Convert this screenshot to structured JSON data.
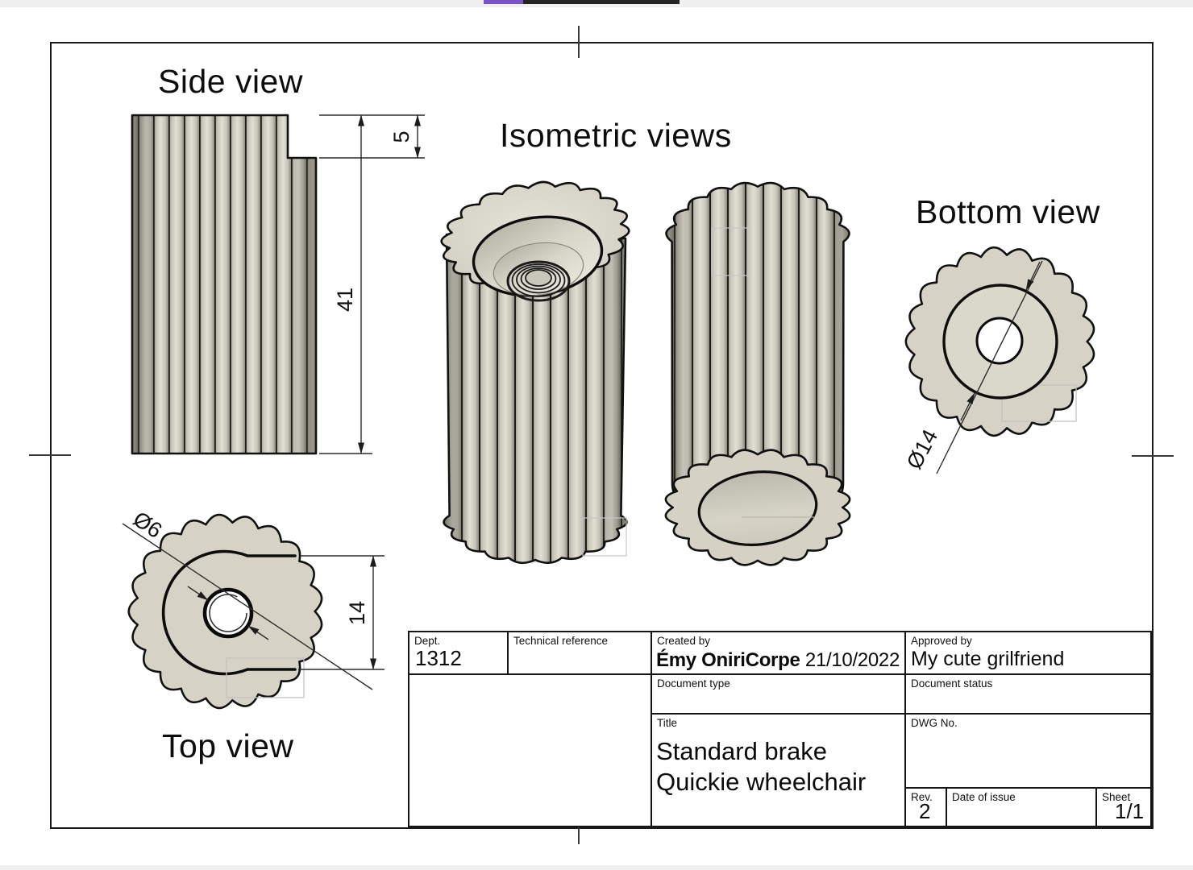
{
  "chrome": {
    "top_bar_purple": "#7b52c9",
    "top_bar_dark": "#242424",
    "margin_gray": "#f0f0f0"
  },
  "views": {
    "side": {
      "label": "Side view"
    },
    "isometric": {
      "label": "Isometric views"
    },
    "bottom": {
      "label": "Bottom view"
    },
    "top": {
      "label": "Top view"
    }
  },
  "dimensions": {
    "side_total_height": "41",
    "side_step_height": "5",
    "top_hole_diameter": "Ø6",
    "top_flat_width": "14",
    "bottom_recess_diameter": "Ø14"
  },
  "part": {
    "body_color": "#d4d1c4",
    "body_light": "#e2dfd4",
    "body_dark": "#8f8c81",
    "outline_color": "#111111"
  },
  "title_block": {
    "dept": {
      "label": "Dept.",
      "value": "1312"
    },
    "technical_reference": {
      "label": "Technical reference",
      "value": ""
    },
    "created_by": {
      "label": "Created by",
      "name": "Émy OniriCorpe",
      "date": "21/10/2022"
    },
    "approved_by": {
      "label": "Approved by",
      "value": "My cute grilfriend"
    },
    "document_type": {
      "label": "Document type",
      "value": ""
    },
    "document_status": {
      "label": "Document status",
      "value": ""
    },
    "title": {
      "label": "Title",
      "line1": "Standard brake",
      "line2": "Quickie wheelchair"
    },
    "dwg_no": {
      "label": "DWG No.",
      "value": ""
    },
    "rev": {
      "label": "Rev.",
      "value": "2"
    },
    "date_of_issue": {
      "label": "Date of issue",
      "value": ""
    },
    "sheet": {
      "label": "Sheet",
      "value": "1/1"
    }
  }
}
